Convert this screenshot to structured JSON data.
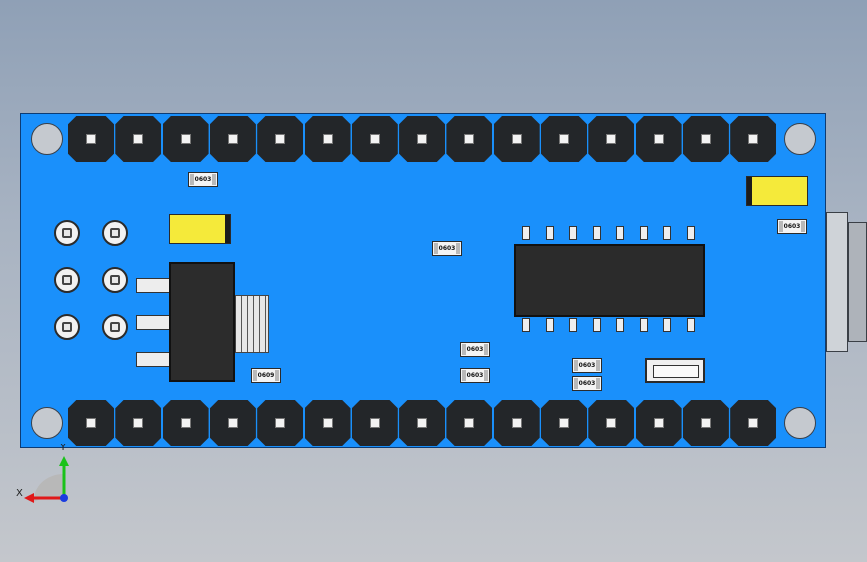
{
  "view": {
    "title": "",
    "axis_labels": {
      "x": "X",
      "y": "Y"
    }
  },
  "board": {
    "color": "#1a90fb",
    "header_rows": 2,
    "pins_per_row": 15
  },
  "components": {
    "resistor_label": "0603",
    "resistor_label_alt": "0609",
    "diode_color": "#f5ea3a",
    "ic_pins_per_side": 8
  },
  "icons": {
    "axis_triad": "axis-triad-icon",
    "mounting_hole": "mounting-hole-icon",
    "header_pin": "header-pin-icon"
  }
}
